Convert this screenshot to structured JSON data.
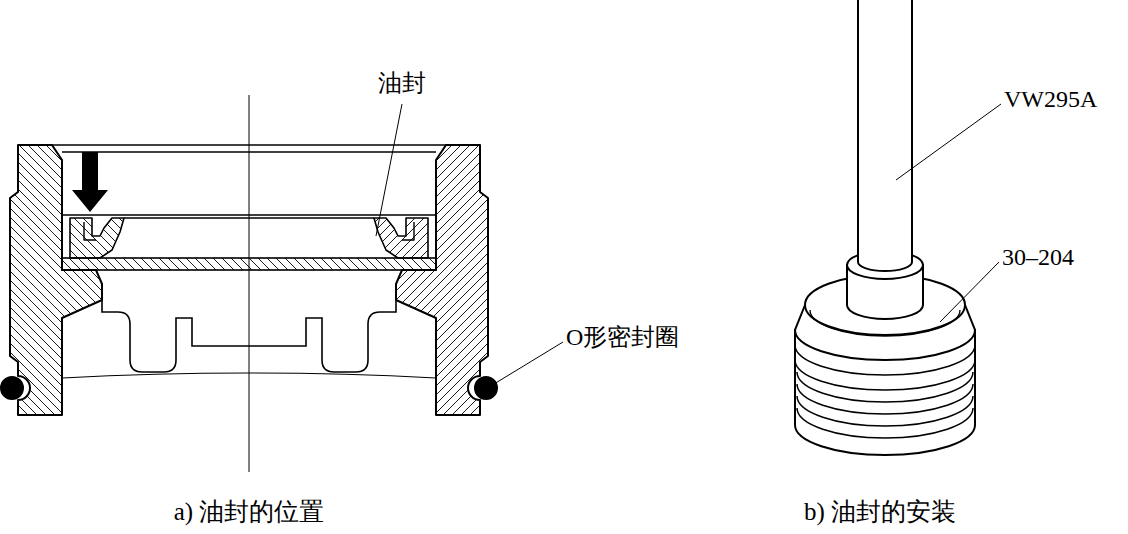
{
  "diagram": {
    "labels": [
      "油封",
      "O形密封圈",
      "VW295A",
      "30–204",
      "a) 油封的位置",
      "b) 油封的安装"
    ]
  }
}
